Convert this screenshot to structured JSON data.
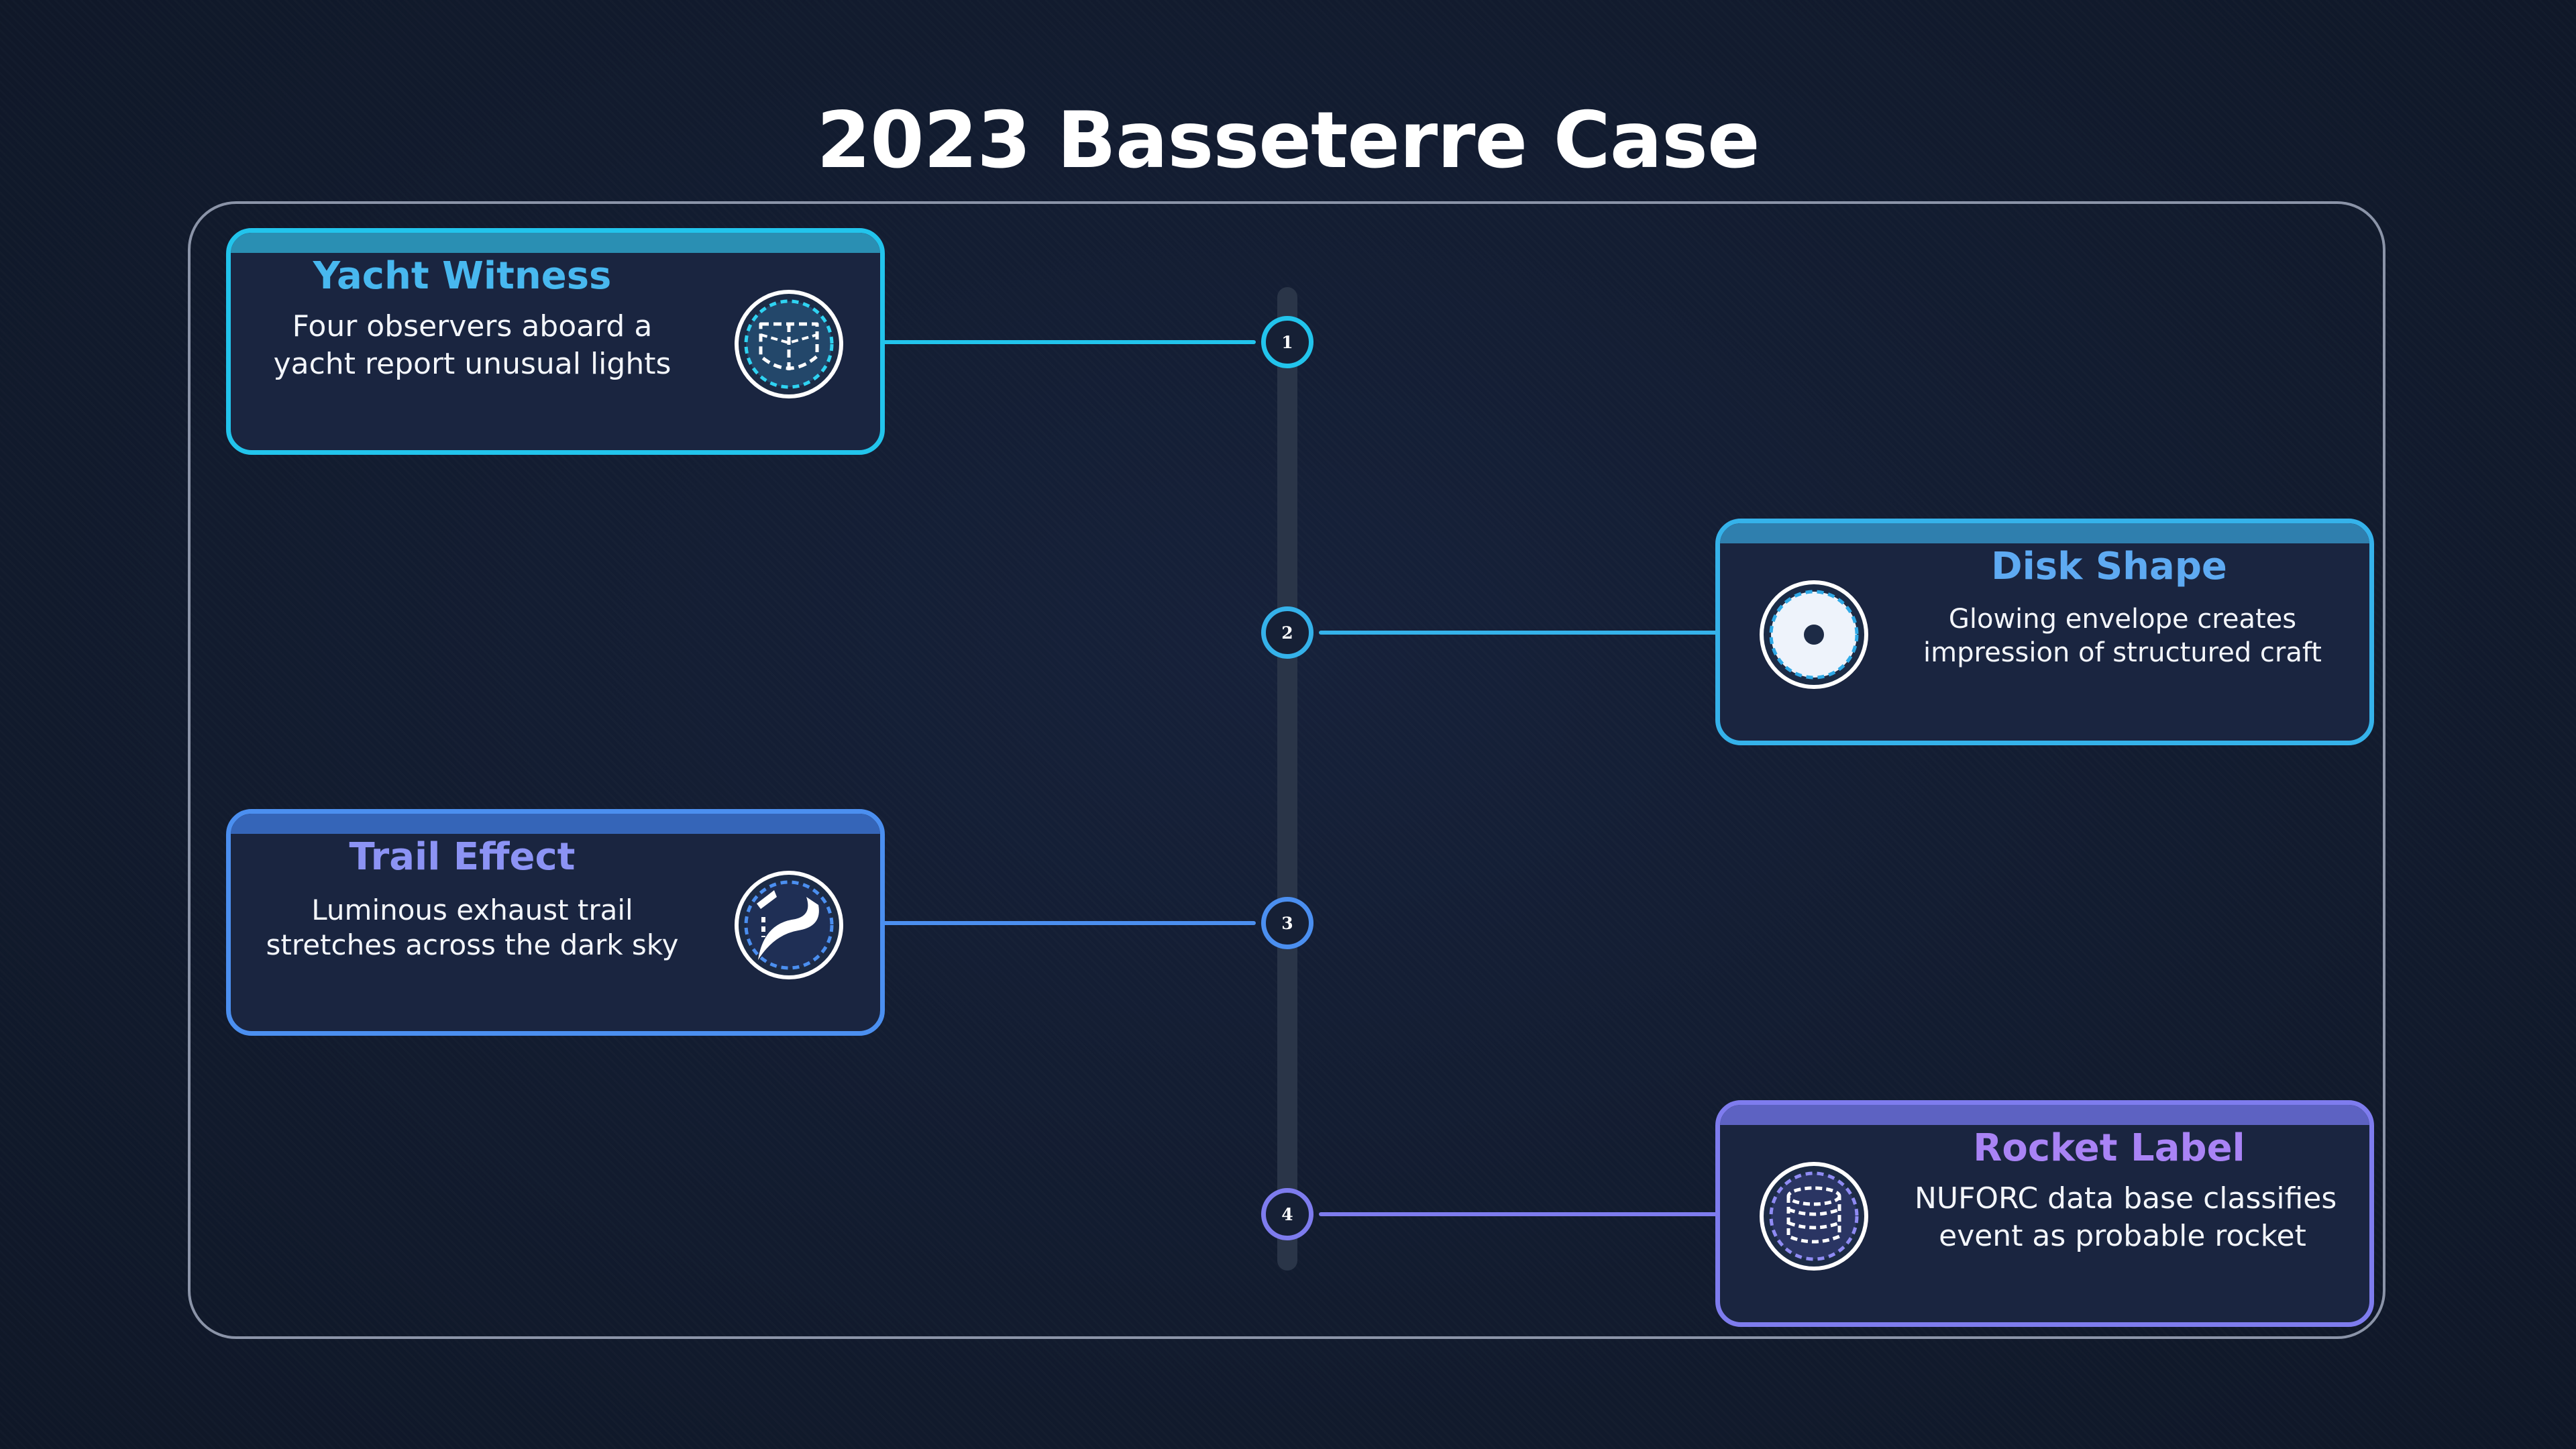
{
  "title": "2023 Basseterre Case",
  "steps": [
    {
      "number": "1",
      "title": "Yacht Witness",
      "desc": [
        "Four observers aboard a",
        "yacht report unusual lights"
      ],
      "icon": "yacht-icon",
      "color": "#22c4ec",
      "title_color": "#48b8ef"
    },
    {
      "number": "2",
      "title": "Disk Shape",
      "desc": [
        "Glowing envelope creates",
        "impression of structured craft"
      ],
      "icon": "disk-icon",
      "color": "#35b2ea",
      "title_color": "#5eaaf2"
    },
    {
      "number": "3",
      "title": "Trail Effect",
      "desc": [
        "Luminous exhaust trail",
        "stretches across the dark sky"
      ],
      "icon": "trail-icon",
      "color": "#4b8ff0",
      "title_color": "#8c93f4"
    },
    {
      "number": "4",
      "title": "Rocket Label",
      "desc": [
        "NUFORC data base classifies",
        "event as probable rocket"
      ],
      "icon": "database-icon",
      "color": "#7e7cee",
      "title_color": "#a983f5"
    }
  ]
}
